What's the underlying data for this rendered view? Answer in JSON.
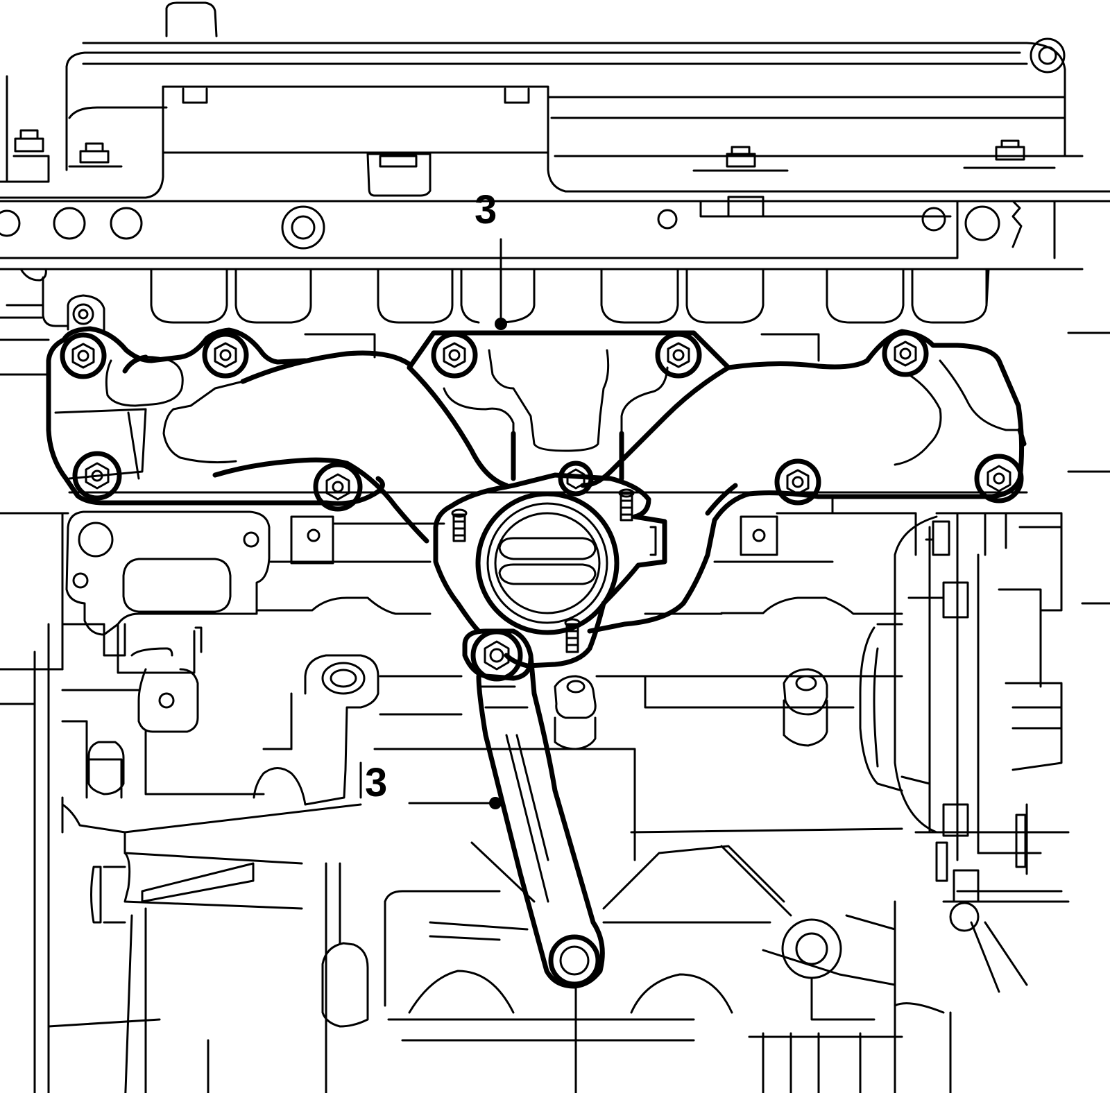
{
  "diagram": {
    "callouts": [
      {
        "id": "manifold",
        "label": "3"
      },
      {
        "id": "support-bracket",
        "label": "3"
      }
    ]
  },
  "colors": {
    "line": "#000000",
    "background": "#ffffff"
  }
}
